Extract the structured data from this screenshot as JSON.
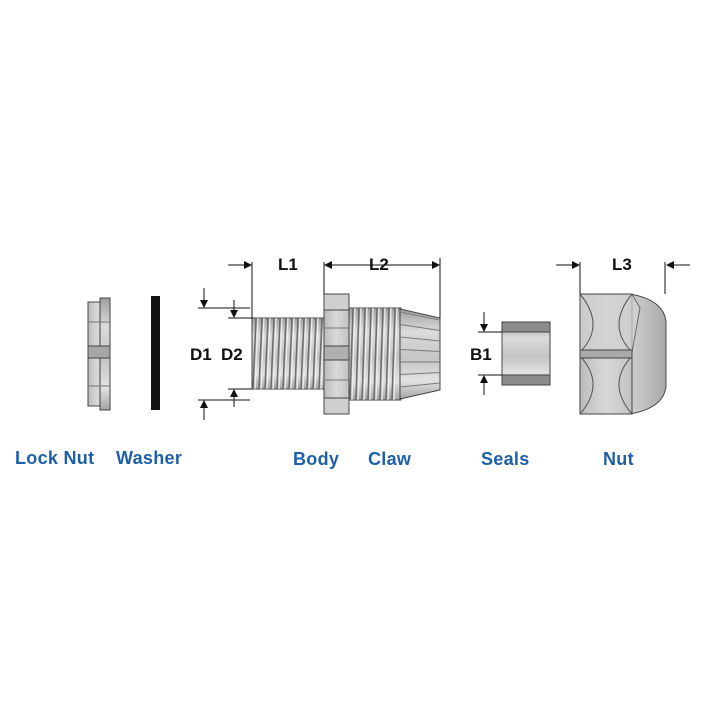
{
  "colors": {
    "part_label": "#1f5fa8",
    "metal_light": "#d7d7d7",
    "metal_mid": "#bdbdbd",
    "metal_dark": "#9a9a9a",
    "outline": "#333333",
    "washer": "#111111",
    "seal_band": "#8c8c8c"
  },
  "parts": [
    {
      "id": "lock-nut",
      "label": "Lock Nut"
    },
    {
      "id": "washer",
      "label": "Washer"
    },
    {
      "id": "body",
      "label": "Body"
    },
    {
      "id": "claw",
      "label": "Claw"
    },
    {
      "id": "seals",
      "label": "Seals"
    },
    {
      "id": "nut",
      "label": "Nut"
    }
  ],
  "dimensions": {
    "L1": "L1",
    "L2": "L2",
    "L3": "L3",
    "D1": "D1",
    "D2": "D2",
    "B1": "B1"
  }
}
